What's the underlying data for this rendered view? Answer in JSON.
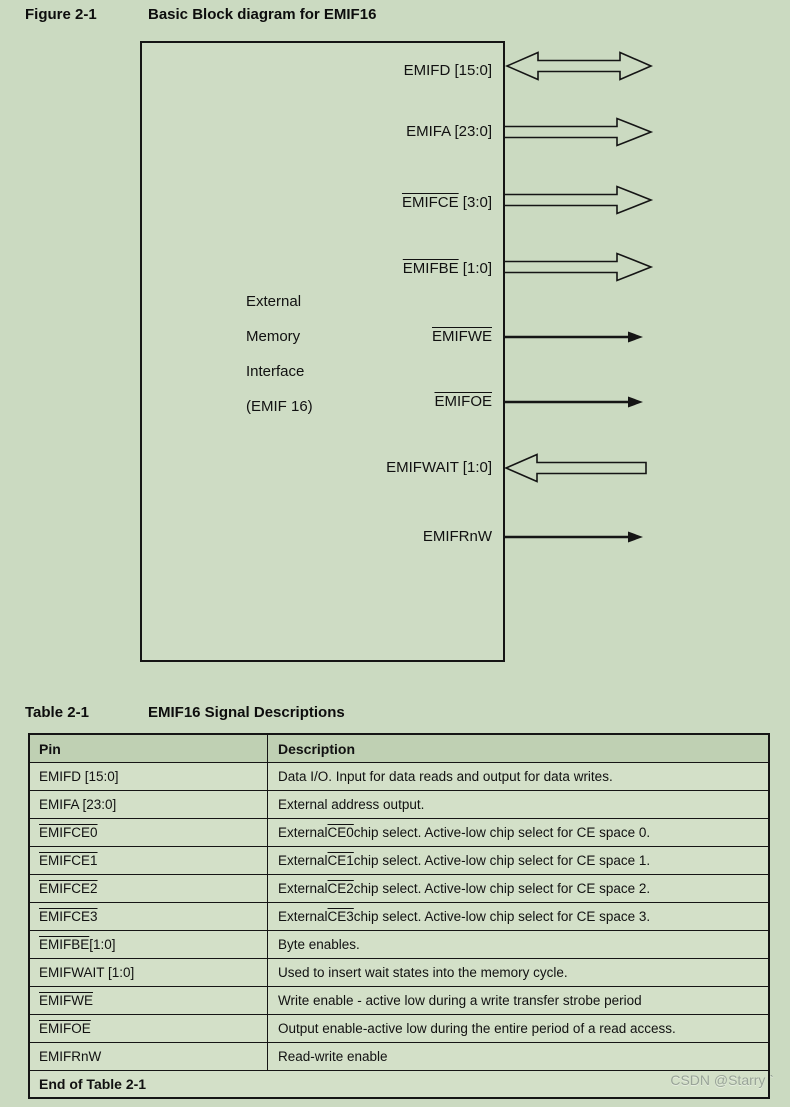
{
  "figure": {
    "label": "Figure 2-1",
    "title": "Basic Block diagram for EMIF16",
    "block": {
      "lines": [
        "External",
        "Memory",
        "Interface",
        "(EMIF 16)"
      ]
    },
    "signals": [
      {
        "pre": "EMIFD [15:0]",
        "ol": "",
        "post": "",
        "direction": "bidirectional"
      },
      {
        "pre": "EMIFA [23:0]",
        "ol": "",
        "post": "",
        "direction": "output"
      },
      {
        "pre": "",
        "ol": "EMIFCE",
        "post": " [3:0]",
        "direction": "output"
      },
      {
        "pre": "",
        "ol": "EMIFBE",
        "post": " [1:0]",
        "direction": "output"
      },
      {
        "pre": "",
        "ol": "EMIFWE",
        "post": "",
        "direction": "output"
      },
      {
        "pre": "",
        "ol": "EMIFOE",
        "post": "",
        "direction": "output"
      },
      {
        "pre": "EMIFWAIT [1:0]",
        "ol": "",
        "post": "",
        "direction": "input"
      },
      {
        "pre": "EMIFRnW",
        "ol": "",
        "post": "",
        "direction": "output"
      }
    ]
  },
  "table": {
    "label": "Table 2-1",
    "title": "EMIF16 Signal Descriptions",
    "columns": {
      "pin": "Pin",
      "description": "Description"
    },
    "rows": [
      {
        "pin_pre": "EMIFD [15:0]",
        "pin_ol": "",
        "pin_post": "",
        "desc_pre": "Data I/O. Input for data reads and output for data writes.",
        "desc_ol": "",
        "desc_post": ""
      },
      {
        "pin_pre": "EMIFA [23:0]",
        "pin_ol": "",
        "pin_post": "",
        "desc_pre": "External address output.",
        "desc_ol": "",
        "desc_post": ""
      },
      {
        "pin_pre": "",
        "pin_ol": "EMIFCE0",
        "pin_post": "",
        "desc_pre": "External ",
        "desc_ol": "CE0",
        "desc_post": " chip select. Active-low chip select for CE space 0."
      },
      {
        "pin_pre": "",
        "pin_ol": "EMIFCE1",
        "pin_post": "",
        "desc_pre": "External ",
        "desc_ol": "CE1",
        "desc_post": " chip select. Active-low chip select for CE space 1."
      },
      {
        "pin_pre": "",
        "pin_ol": "EMIFCE2",
        "pin_post": "",
        "desc_pre": "External ",
        "desc_ol": "CE2",
        "desc_post": " chip select. Active-low chip select for CE space 2."
      },
      {
        "pin_pre": "",
        "pin_ol": "EMIFCE3",
        "pin_post": "",
        "desc_pre": "External ",
        "desc_ol": "CE3",
        "desc_post": " chip select. Active-low chip select for CE space 3."
      },
      {
        "pin_pre": "",
        "pin_ol": "EMIFBE",
        "pin_post": "[1:0]",
        "desc_pre": "Byte enables.",
        "desc_ol": "",
        "desc_post": ""
      },
      {
        "pin_pre": "EMIFWAIT [1:0]",
        "pin_ol": "",
        "pin_post": "",
        "desc_pre": "Used to insert wait states into the memory cycle.",
        "desc_ol": "",
        "desc_post": ""
      },
      {
        "pin_pre": "",
        "pin_ol": "EMIFWE",
        "pin_post": "",
        "desc_pre": "Write enable - active low during a write transfer strobe period",
        "desc_ol": "",
        "desc_post": ""
      },
      {
        "pin_pre": "",
        "pin_ol": "EMIFOE",
        "pin_post": "",
        "desc_pre": "Output enable-active low during the entire period of a read access.",
        "desc_ol": "",
        "desc_post": ""
      },
      {
        "pin_pre": "EMIFRnW",
        "pin_ol": "",
        "pin_post": "",
        "desc_pre": "Read-write enable",
        "desc_ol": "",
        "desc_post": ""
      }
    ],
    "footer": "End of Table 2-1"
  },
  "watermark": "CSDN @Starry ˋ",
  "colors": {
    "page_background": "#cbdac1",
    "table_header_background": "#bfd0b3",
    "table_row_background": "#d3e0c8",
    "line": "#151515"
  }
}
